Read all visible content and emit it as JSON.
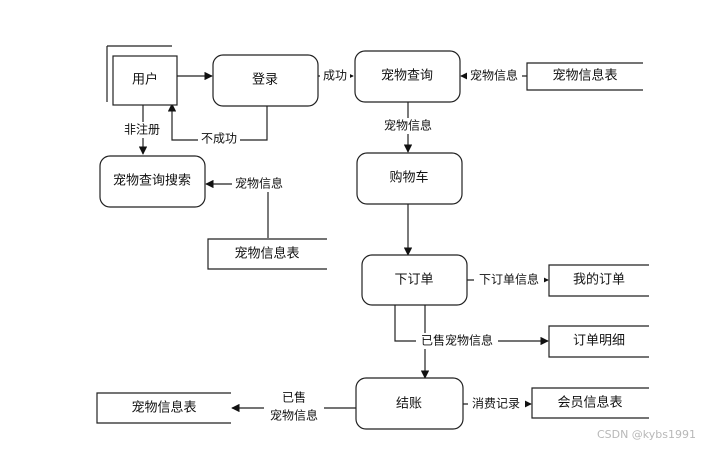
{
  "nodes": {
    "user": "用户",
    "login": "登录",
    "pet_query": "宠物查询",
    "pet_info_table_top": "宠物信息表",
    "pet_search": "宠物查询搜索",
    "pet_info_table_left": "宠物信息表",
    "cart": "购物车",
    "order": "下订单",
    "my_orders": "我的订单",
    "order_detail": "订单明细",
    "checkout": "结账",
    "member_table": "会员信息表",
    "pet_info_table_bottom": "宠物信息表"
  },
  "edges": {
    "success": "成功",
    "fail": "不成功",
    "unregistered": "非注册",
    "pet_info_to_query": "宠物信息",
    "pet_info_query_to_cart": "宠物信息",
    "pet_info_to_search": "宠物信息",
    "order_info": "下订单信息",
    "sold_pet_info_order": "已售宠物信息",
    "consume_record": "消费记录",
    "sold": "已售",
    "pet_info_sold": "宠物信息"
  },
  "watermark": "CSDN @kybs1991"
}
